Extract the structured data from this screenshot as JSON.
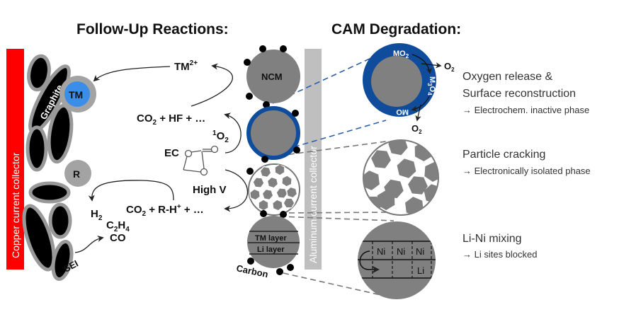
{
  "titles": {
    "left": "Follow-Up Reactions:",
    "right": "CAM Degradation:"
  },
  "anode": {
    "collector_label": "Copper current collector",
    "graphite_label": "Graphite",
    "tm_label": "TM",
    "r_label": "R",
    "sei_label": "SEI",
    "collector_color": "#ff0000",
    "tm_color": "#3b8ee8"
  },
  "reactions": {
    "tm_ion": {
      "base": "TM",
      "sup": "2+"
    },
    "products_1": {
      "co": "CO",
      "co_sub": "2",
      "rest": " + HF + …"
    },
    "singlet_oxygen": {
      "sup": "1",
      "base": "O",
      "sub": "2"
    },
    "ec_label": "EC",
    "high_v": "High V",
    "products_2": {
      "co": "CO",
      "co_sub": "2",
      "rest": " + R-H",
      "sup": "+",
      "tail": " + …"
    },
    "gases": {
      "h2": {
        "base": "H",
        "sub": "2"
      },
      "c2h4": {
        "c": "C",
        "c_sub": "2",
        "h": "H",
        "h_sub": "4"
      },
      "co": "CO"
    }
  },
  "cathode": {
    "ncm_label": "NCM",
    "tm_layer_label": "TM layer",
    "li_layer_label": "Li layer",
    "carbon_label": "Carbon",
    "collector_label": "Aluminum current collector",
    "shell_color": "#0f4c9c",
    "particle_color": "#808080"
  },
  "degradation": {
    "oxygen": {
      "shell_labels": {
        "mo2": "MO",
        "mo2_sub": "2",
        "m3o4_m": "M",
        "m3o4_sub1": "3",
        "m3o4_o": "O",
        "m3o4_sub2": "4",
        "mo": "MO"
      },
      "o2_top": {
        "base": "O",
        "sub": "2"
      },
      "o2_bottom": {
        "base": "O",
        "sub": "2"
      },
      "line1": "Oxygen release &",
      "line2": "Surface reconstruction",
      "consequence": "→ Electrochem. inactive phase"
    },
    "cracking": {
      "title": "Particle cracking",
      "consequence": "→ Electronically isolated phase"
    },
    "mixing": {
      "title": "Li-Ni mixing",
      "consequence": "→ Li sites blocked",
      "cells": [
        "Ni",
        "Ni",
        "Ni",
        "Li"
      ]
    }
  }
}
